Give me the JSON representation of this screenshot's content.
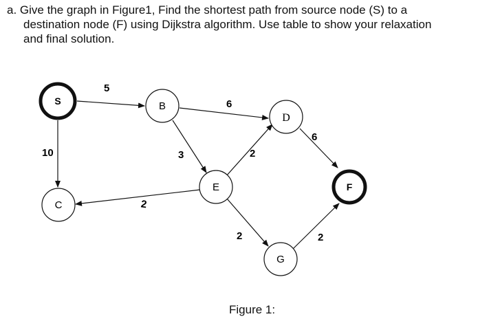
{
  "question": {
    "line1": "a.  Give the graph in Figure1, Find the shortest path from source node (S) to a",
    "line2": "destination node (F) using Dijkstra algorithm. Use table to show your relaxation",
    "line3": "and final solution."
  },
  "graph": {
    "nodes": [
      {
        "id": "S",
        "label": "S"
      },
      {
        "id": "B",
        "label": "B"
      },
      {
        "id": "C",
        "label": "C"
      },
      {
        "id": "D",
        "label": "D"
      },
      {
        "id": "E",
        "label": "E"
      },
      {
        "id": "F",
        "label": "F"
      },
      {
        "id": "G",
        "label": "G"
      }
    ],
    "edges": [
      {
        "from": "S",
        "to": "B",
        "weight": "5"
      },
      {
        "from": "S",
        "to": "C",
        "weight": "10"
      },
      {
        "from": "B",
        "to": "D",
        "weight": "6"
      },
      {
        "from": "B",
        "to": "E",
        "weight": "3"
      },
      {
        "from": "E",
        "to": "D",
        "weight": "2"
      },
      {
        "from": "E",
        "to": "C",
        "weight": "2"
      },
      {
        "from": "E",
        "to": "G",
        "weight": "2"
      },
      {
        "from": "D",
        "to": "F",
        "weight": "6"
      },
      {
        "from": "G",
        "to": "F",
        "weight": "2"
      }
    ]
  },
  "caption": "Figure 1:"
}
